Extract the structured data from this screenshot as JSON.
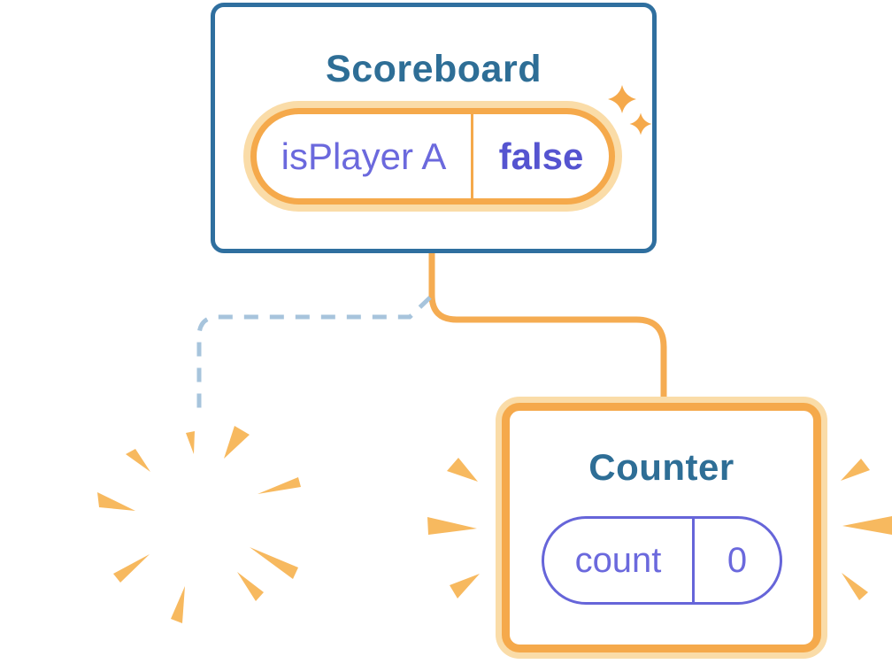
{
  "diagram": {
    "description": "React component tree state illustration: parent keeps state, one child destroyed with a poof, Counter child highlighted as preserved"
  },
  "colors": {
    "card_border_blue": "#2F6F9F",
    "title_blue": "#2E6E96",
    "state_purple": "#6B69DD",
    "state_value_purple": "#5554D0",
    "pill_border_purple": "#6665D9",
    "highlight_orange": "#F5A94B",
    "highlight_halo": "#FADCA8",
    "connector_orange": "#F5AC52",
    "dashed_blue": "#A7C4DC",
    "burst_orange": "#F7B95F",
    "background": "#FFFFFF"
  },
  "scoreboard": {
    "title": "Scoreboard",
    "state": {
      "key": "isPlayer A",
      "value": "false"
    }
  },
  "counter": {
    "title": "Counter",
    "state": {
      "key": "count",
      "value": "0"
    }
  },
  "icons": {
    "sparkles": "sparkle-icon",
    "poof_burst": "poof-burst-icon",
    "emphasis_rays": "emphasis-rays-icon",
    "solid_connector": "connector-kept-line",
    "dashed_connector": "connector-removed-line"
  }
}
